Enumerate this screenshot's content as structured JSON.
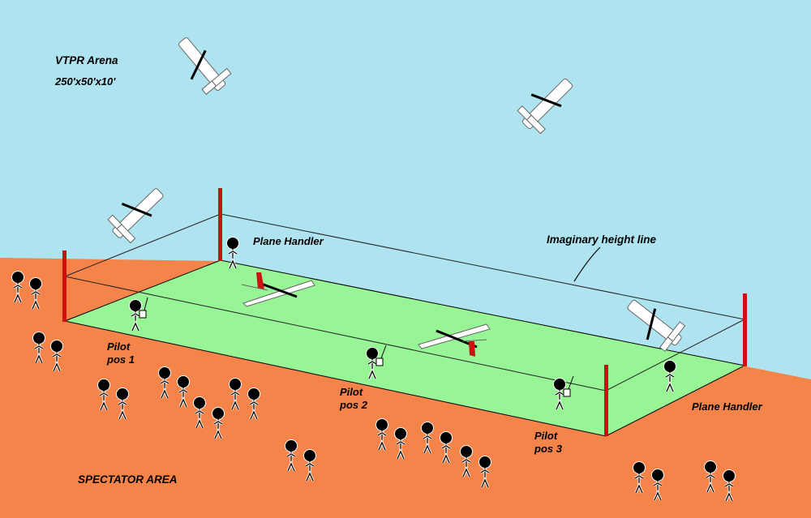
{
  "title": "VTPR Arena",
  "dimensions": "250'x50'x10'",
  "labels": {
    "plane_handler_left": "Plane Handler",
    "plane_handler_right": "Plane Handler",
    "height_line": "Imaginary height line",
    "pilot_1_line1": "Pilot",
    "pilot_1_line2": "pos 1",
    "pilot_2_line1": "Pilot",
    "pilot_2_line2": "pos 2",
    "pilot_3_line1": "Pilot",
    "pilot_3_line2": "pos 3",
    "spectator_area": "SPECTATOR AREA"
  },
  "colors": {
    "sky": "#aee3ef",
    "ground": "#f5844a",
    "field": "#98f595",
    "pole": "#cc1111",
    "tail": "#cc1111"
  }
}
